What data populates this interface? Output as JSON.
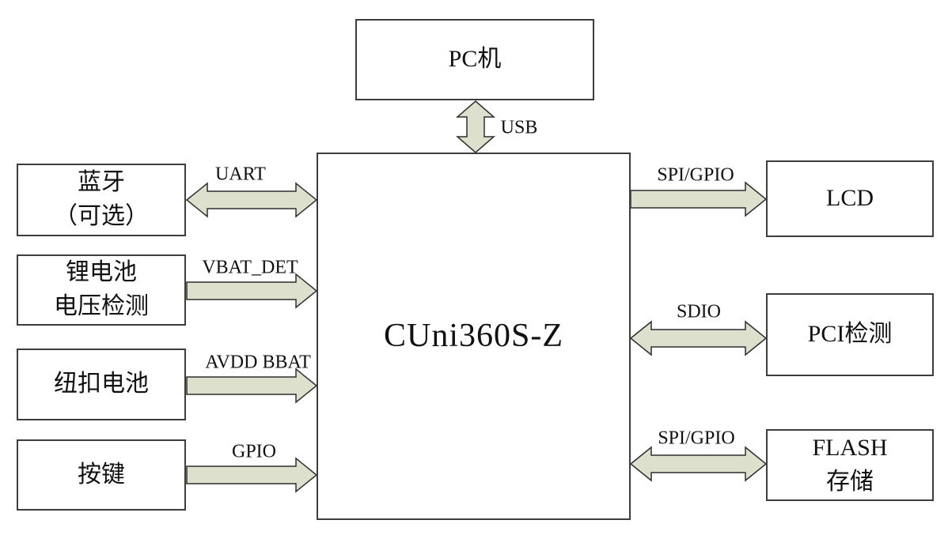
{
  "nodes": {
    "pc": {
      "label": "PC机"
    },
    "center_chip": {
      "label": "CUni360S-Z"
    },
    "bluetooth": {
      "line1": "蓝牙",
      "line2": "（可选）"
    },
    "li_battery": {
      "line1": "锂电池",
      "line2": "电压检测"
    },
    "coin_battery": {
      "label": "纽扣电池"
    },
    "button": {
      "label": "按键"
    },
    "lcd": {
      "label": "LCD"
    },
    "pci": {
      "label": "PCI检测"
    },
    "flash": {
      "line1": "FLASH",
      "line2": "存储"
    }
  },
  "connections": {
    "usb": {
      "label": "USB",
      "direction": "bidirectional",
      "between": [
        "pc",
        "center_chip"
      ]
    },
    "uart": {
      "label": "UART",
      "direction": "bidirectional",
      "between": [
        "bluetooth",
        "center_chip"
      ]
    },
    "vbat_det": {
      "label": "VBAT_DET",
      "direction": "into-center",
      "between": [
        "li_battery",
        "center_chip"
      ]
    },
    "avdd_bbat": {
      "label": "AVDD BBAT",
      "direction": "into-center",
      "between": [
        "coin_battery",
        "center_chip"
      ]
    },
    "gpio": {
      "label": "GPIO",
      "direction": "into-center",
      "between": [
        "button",
        "center_chip"
      ]
    },
    "spi_gpio_top": {
      "label": "SPI/GPIO",
      "direction": "out-to-lcd",
      "between": [
        "center_chip",
        "lcd"
      ]
    },
    "sdio": {
      "label": "SDIO",
      "direction": "bidirectional",
      "between": [
        "center_chip",
        "pci"
      ]
    },
    "spi_gpio_bottom": {
      "label": "SPI/GPIO",
      "direction": "bidirectional",
      "between": [
        "center_chip",
        "flash"
      ]
    }
  },
  "colors": {
    "arrow_fill": "#dde0cc",
    "arrow_stroke": "#2f2f2f",
    "box_border": "#3d3d3d",
    "background": "#ffffff",
    "text": "#111111"
  }
}
